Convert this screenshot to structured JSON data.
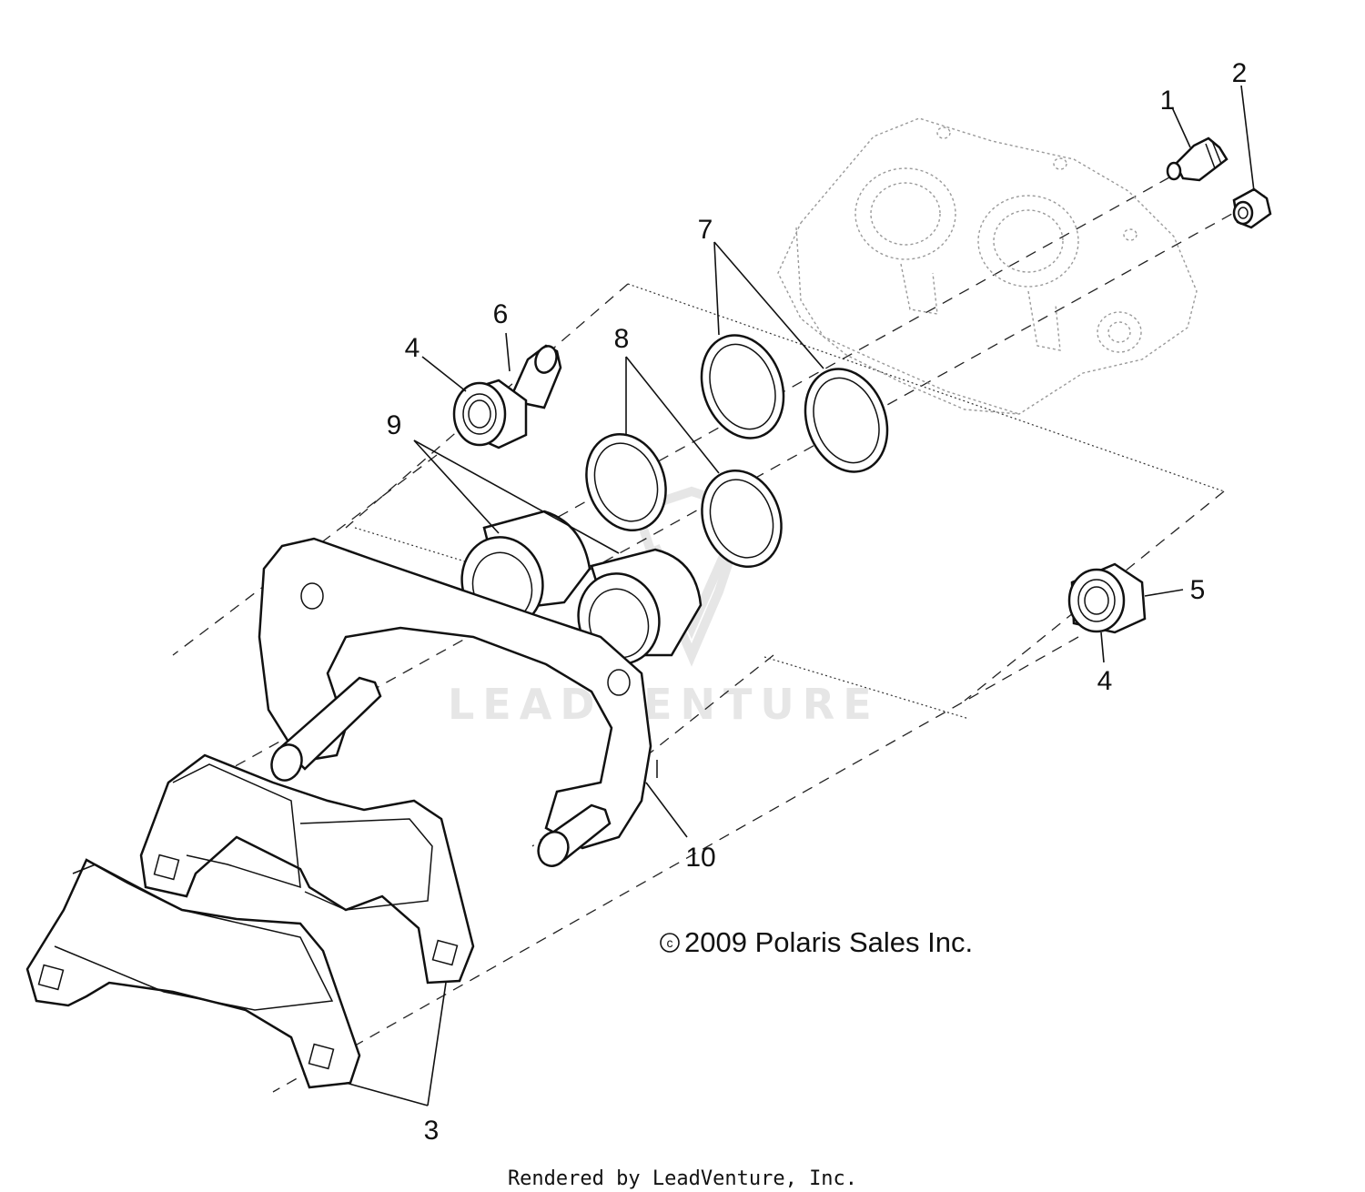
{
  "callouts": {
    "c1": "1",
    "c2": "2",
    "c3": "3",
    "c4a": "4",
    "c4b": "4",
    "c5": "5",
    "c6": "6",
    "c7": "7",
    "c8": "8",
    "c9": "9",
    "c10": "10"
  },
  "watermark": "LEADVENTURE",
  "copyright": "2009 Polaris Sales Inc.",
  "copyright_symbol": "c",
  "footer": "Rendered by LeadVenture, Inc."
}
